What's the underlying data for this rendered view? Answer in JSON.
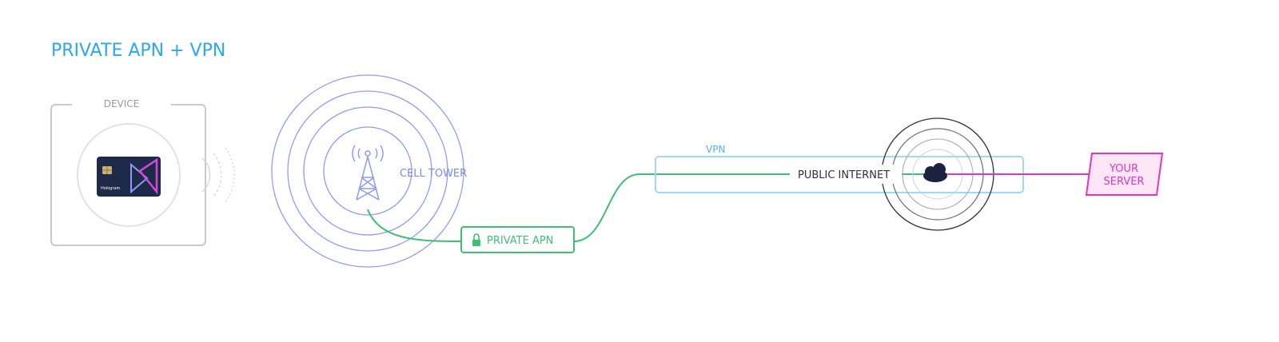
{
  "title": "PRIVATE APN + VPN",
  "device": {
    "label": "DEVICE",
    "sim_card_text": "Hologram"
  },
  "cell_tower": {
    "label": "CELL TOWER"
  },
  "private_apn": {
    "label": "PRIVATE APN"
  },
  "vpn": {
    "label": "VPN"
  },
  "public_internet": {
    "label": "PUBLIC INTERNET"
  },
  "server": {
    "label_line1": "YOUR",
    "label_line2": "SERVER"
  },
  "colors": {
    "title": "#2aa8f0",
    "device_border": "#c9c9c9",
    "tower": "#8d9cf5",
    "apn": "#3dbf74",
    "vpn": "#9fd9f4",
    "internet": "#2d2f45",
    "server": "#e535c0",
    "sim_card": "#1f2a4a",
    "sim_accent": "#d24ad9"
  },
  "icons": {
    "device": "sim-card-icon",
    "tower": "antenna-tower-icon",
    "apn": "lock-icon",
    "internet": "cloud-icon"
  }
}
